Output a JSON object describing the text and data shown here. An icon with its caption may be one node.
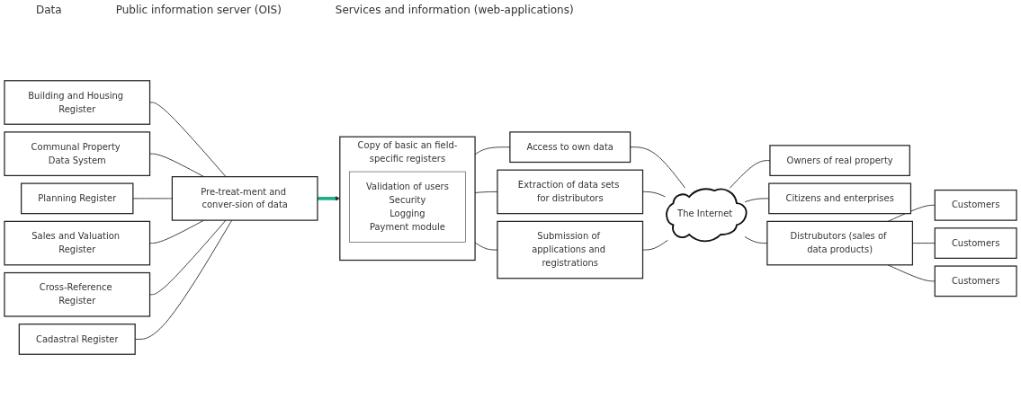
{
  "diagram": {
    "nodes": [
      {
        "text": [
          "Building and Housing Register"
        ]
      },
      {
        "text": [
          "Communal Property Data System"
        ]
      },
      {
        "text": [
          "Planning Register"
        ]
      },
      {
        "text": [
          "Sales and Valuation Register"
        ]
      },
      {
        "text": [
          "Cross-Reference Register"
        ]
      },
      {
        "text": [
          "Cadastral Register"
        ]
      },
      {
        "text": [
          "Pre-treat-ment and conver-sion of data"
        ]
      },
      {
        "text": [
          "Copy of basic an field-specific registers"
        ]
      },
      {
        "text": [
          "Validation of users",
          "Security",
          "Logging",
          "Payment module"
        ],
        "in": 7
      },
      {
        "text": [
          "Access to own data"
        ]
      },
      {
        "text": [
          "Extraction of data sets for distributors"
        ]
      },
      {
        "text": [
          "Submission of applications and registrations"
        ]
      },
      {
        "text": [
          "The Internet"
        ]
      },
      {
        "text": [
          "Owners of real property"
        ]
      },
      {
        "text": [
          "Citizens and enterprises"
        ]
      },
      {
        "text": [
          "Distrubutors (sales of data products)"
        ]
      },
      {
        "text": [
          "Customers"
        ]
      },
      {
        "text": [
          "Customers"
        ]
      },
      {
        "text": [
          "Customers"
        ]
      }
    ],
    "edges": [
      {
        "from": 0,
        "to": 6,
        "arrow": "none"
      },
      {
        "from": 1,
        "to": 6,
        "arrow": "none"
      },
      {
        "from": 2,
        "to": 6,
        "arrow": "none"
      },
      {
        "from": 3,
        "to": 6,
        "arrow": "none"
      },
      {
        "from": 4,
        "to": 6,
        "arrow": "none"
      },
      {
        "from": 5,
        "to": 6,
        "arrow": "none"
      },
      {
        "from": 6,
        "to": 7,
        "arrow": "to",
        "style": "thick",
        "color": "#1fae8a"
      },
      {
        "from": 7,
        "to": 9,
        "arrow": "none"
      },
      {
        "from": 7,
        "to": 10,
        "arrow": "none"
      },
      {
        "from": 7,
        "to": 11,
        "arrow": "none"
      },
      {
        "from": 9,
        "to": 12,
        "arrow": "none"
      },
      {
        "from": 10,
        "to": 12,
        "arrow": "none"
      },
      {
        "from": 11,
        "to": 12,
        "arrow": "none"
      },
      {
        "from": 12,
        "to": 13,
        "arrow": "none"
      },
      {
        "from": 12,
        "to": 14,
        "arrow": "none"
      },
      {
        "from": 12,
        "to": 15,
        "arrow": "none"
      },
      {
        "from": 15,
        "to": 16,
        "arrow": "none"
      },
      {
        "from": 15,
        "to": 17,
        "arrow": "none"
      },
      {
        "from": 15,
        "to": 18,
        "arrow": "none"
      }
    ],
    "labels": [
      "Data",
      "Public information server (OIS)",
      "Services and information (web-applications)"
    ]
  }
}
